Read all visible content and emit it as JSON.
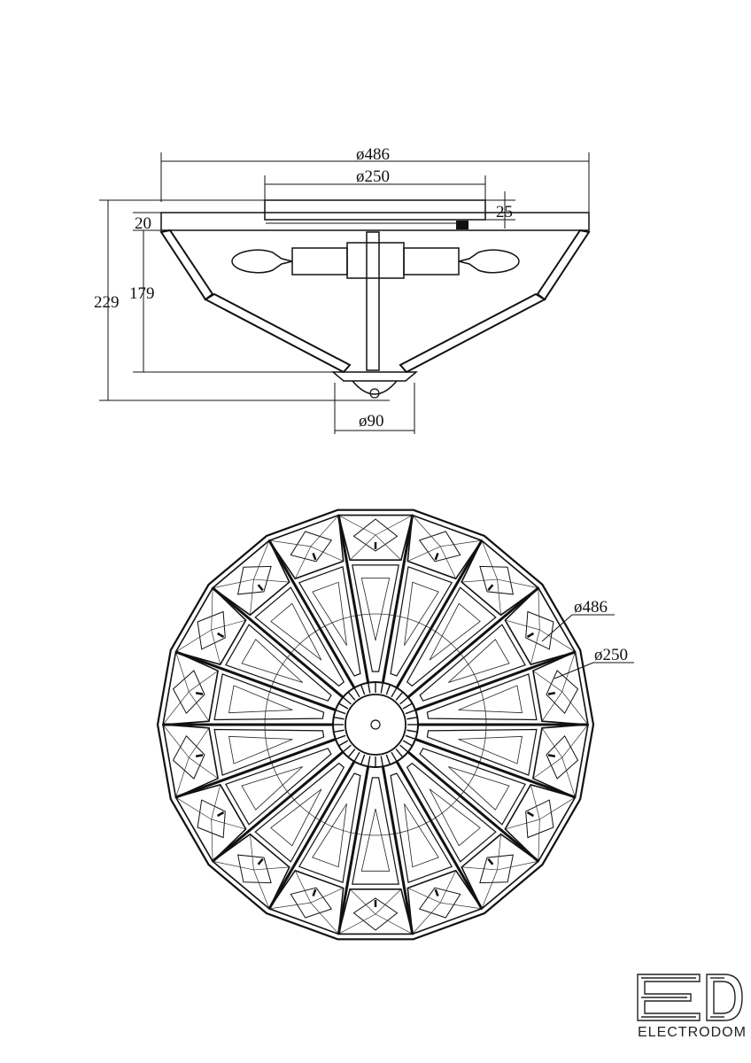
{
  "side_view": {
    "overall_diameter": "ø486",
    "base_diameter": "ø250",
    "base_thickness": "25",
    "rim_height": "20",
    "total_height": "229",
    "body_height": "179",
    "finial_diameter": "ø90"
  },
  "bottom_view": {
    "outer_diameter": "ø486",
    "inner_diameter": "ø250"
  },
  "logo": {
    "name": "ELECTRODOM"
  }
}
